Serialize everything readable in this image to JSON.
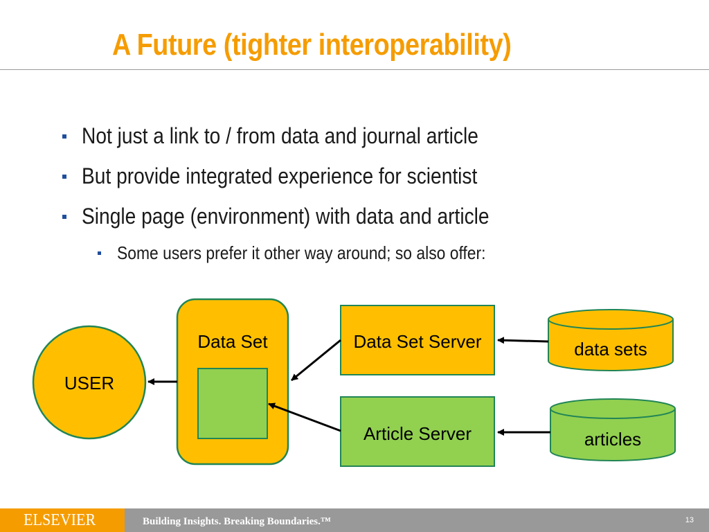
{
  "slide": {
    "title": "A Future (tighter interoperability)",
    "bullets": [
      "Not just a link to / from data and journal article",
      "But provide integrated experience for scientist",
      "Single page (environment) with data and article"
    ],
    "sub_bullets": [
      "Some users prefer it other way around; so also offer:"
    ]
  },
  "diagram": {
    "user_label": "USER",
    "data_set_label": "Data Set",
    "data_set_server_label": "Data Set Server",
    "article_server_label": "Article Server",
    "data_sets_store_label": "data sets",
    "articles_store_label": "articles"
  },
  "colors": {
    "accent_orange": "#ffbf00",
    "accent_green": "#92d050",
    "border_green": "#218556",
    "title_orange": "#f59c00"
  },
  "footer": {
    "brand": "ELSEVIER",
    "slogan": "Building Insights. Breaking Boundaries.™",
    "page_number": "13"
  }
}
